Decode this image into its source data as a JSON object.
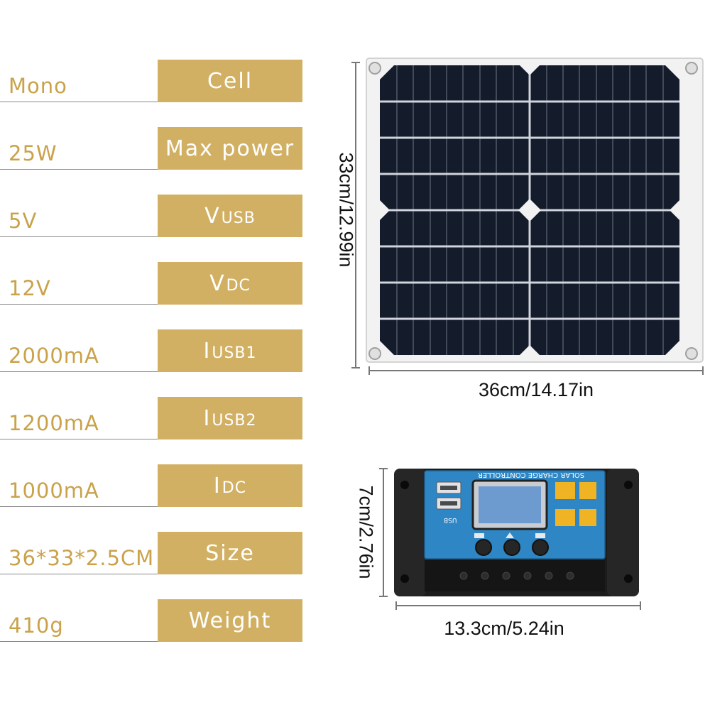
{
  "specs": [
    {
      "value": "Mono",
      "label": "Cell",
      "sub": ""
    },
    {
      "value": "25W",
      "label": "Max power",
      "sub": ""
    },
    {
      "value": "5V",
      "label": "V",
      "sub": "USB"
    },
    {
      "value": "12V",
      "label": "V",
      "sub": "DC"
    },
    {
      "value": "2000mA",
      "label": "I",
      "sub": "USB1"
    },
    {
      "value": "1200mA",
      "label": "I",
      "sub": "USB2"
    },
    {
      "value": "1000mA",
      "label": "I",
      "sub": "DC"
    },
    {
      "value": "36*33*2.5CM",
      "label": "Size",
      "sub": ""
    },
    {
      "value": "410g",
      "label": "Weight",
      "sub": ""
    }
  ],
  "panel": {
    "height_dim": "33cm/12.99in",
    "width_dim": "36cm/14.17in"
  },
  "controller": {
    "title": "SOLAR CHARGE CONTROLLER",
    "usb_text": "USB",
    "height_dim": "7cm/2.76in",
    "width_dim": "13.3cm/5.24in"
  },
  "colors": {
    "gold": "#d2b063",
    "gold_text": "#c9a24a",
    "controller_blue": "#2f86c4"
  }
}
